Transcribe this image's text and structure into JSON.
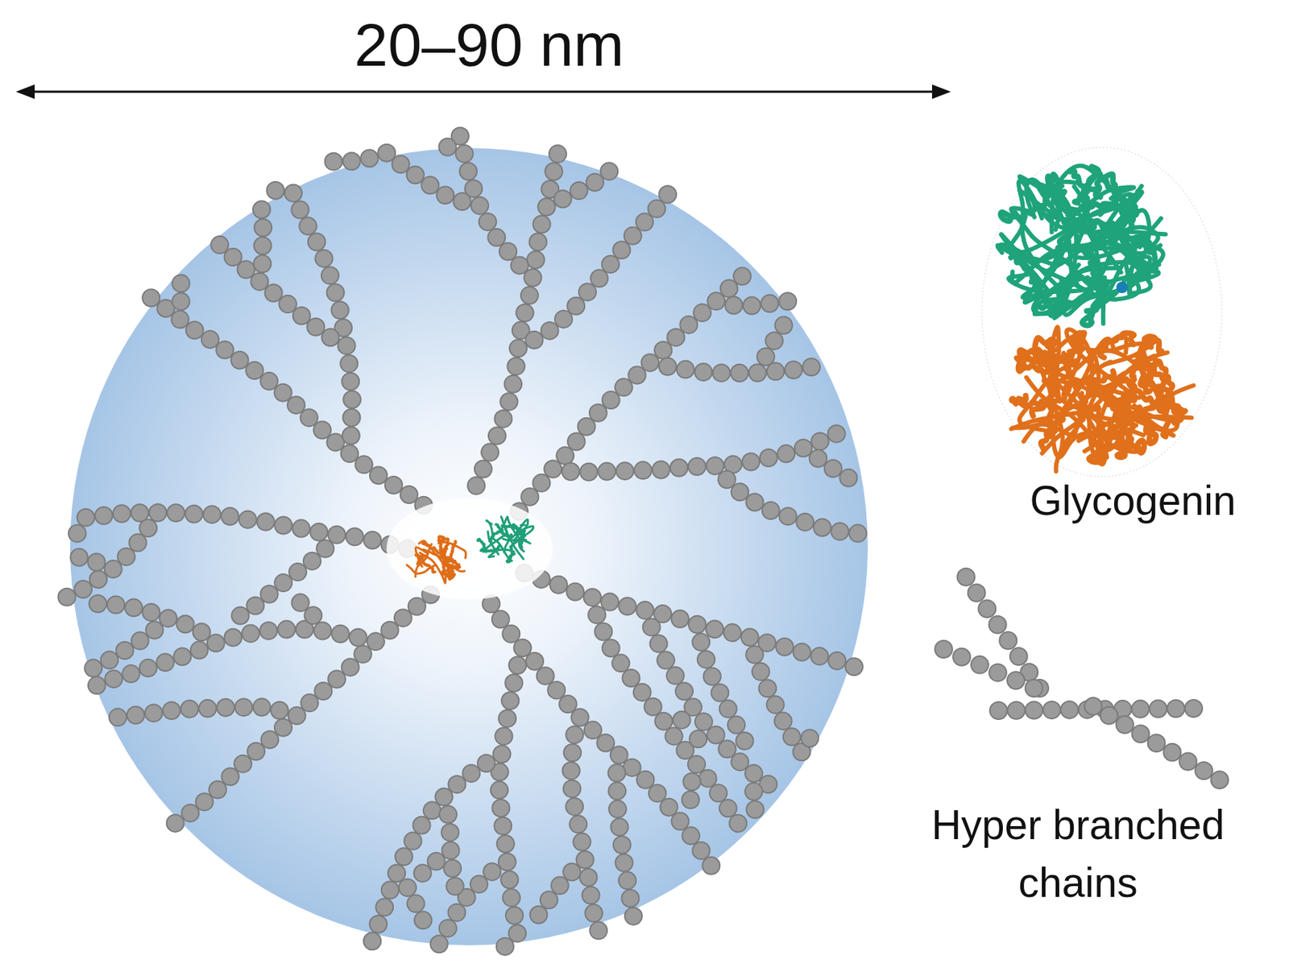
{
  "diagram": {
    "labels": [
      "20–90 nm",
      "Glycogenin",
      "Hyper branched chains"
    ]
  }
}
